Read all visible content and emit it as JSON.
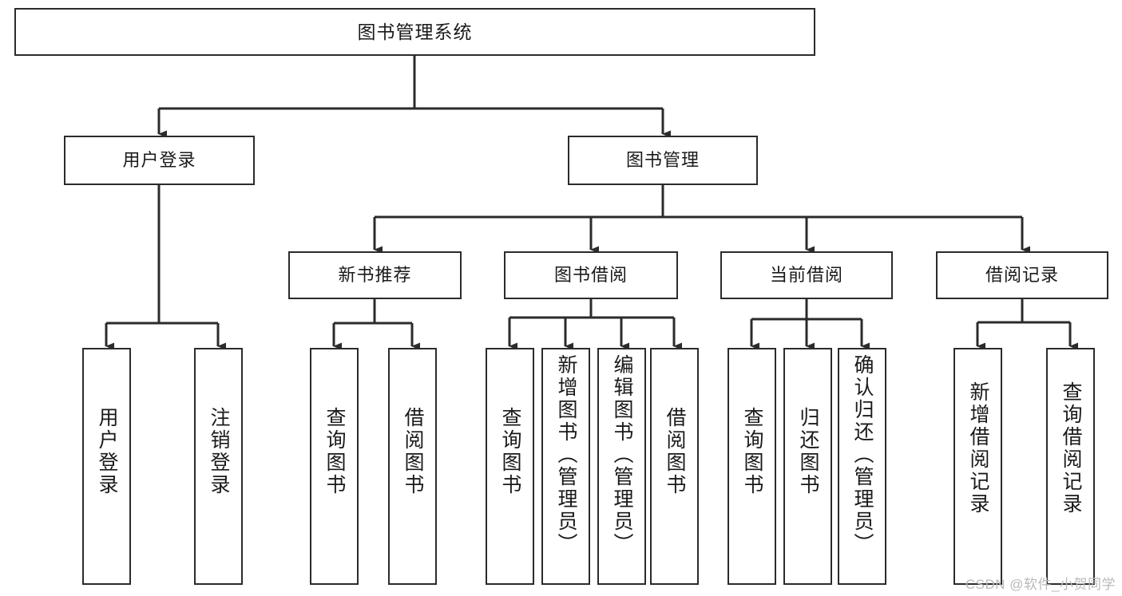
{
  "diagram": {
    "title": "图书管理系统",
    "type": "tree",
    "watermark": "CSDN @软件_小贺同学",
    "colors": {
      "stroke": "#2b2b2b",
      "fill": "#ffffff",
      "text": "#1a1a1a",
      "watermark": "#b9b9b9"
    },
    "nodes": {
      "root": {
        "label": "图书管理系统"
      },
      "level2": [
        {
          "id": "user-login",
          "label": "用户登录"
        },
        {
          "id": "book-manage",
          "label": "图书管理"
        }
      ],
      "level3": [
        {
          "id": "new-book-recommend",
          "label": "新书推荐"
        },
        {
          "id": "book-borrow",
          "label": "图书借阅"
        },
        {
          "id": "current-borrow",
          "label": "当前借阅"
        },
        {
          "id": "borrow-record",
          "label": "借阅记录"
        }
      ],
      "leaves": {
        "user_login": [
          {
            "id": "leaf-user-login",
            "label": "用户登录"
          },
          {
            "id": "leaf-logout",
            "label": "注销登录"
          }
        ],
        "new_book_recommend": [
          {
            "id": "leaf-query-book-1",
            "label": "查询图书"
          },
          {
            "id": "leaf-borrow-book-1",
            "label": "借阅图书"
          }
        ],
        "book_borrow": [
          {
            "id": "leaf-query-book-2",
            "label": "查询图书"
          },
          {
            "id": "leaf-add-book",
            "label": "新增图书（管理员）"
          },
          {
            "id": "leaf-edit-book",
            "label": "编辑图书（管理员）"
          },
          {
            "id": "leaf-borrow-book-2",
            "label": "借阅图书"
          }
        ],
        "current_borrow": [
          {
            "id": "leaf-query-book-3",
            "label": "查询图书"
          },
          {
            "id": "leaf-return-book",
            "label": "归还图书"
          },
          {
            "id": "leaf-confirm-return",
            "label": "确认归还（管理员）"
          }
        ],
        "borrow_record": [
          {
            "id": "leaf-add-record",
            "label": "新增借阅记录"
          },
          {
            "id": "leaf-query-record",
            "label": "查询借阅记录"
          }
        ]
      }
    }
  }
}
